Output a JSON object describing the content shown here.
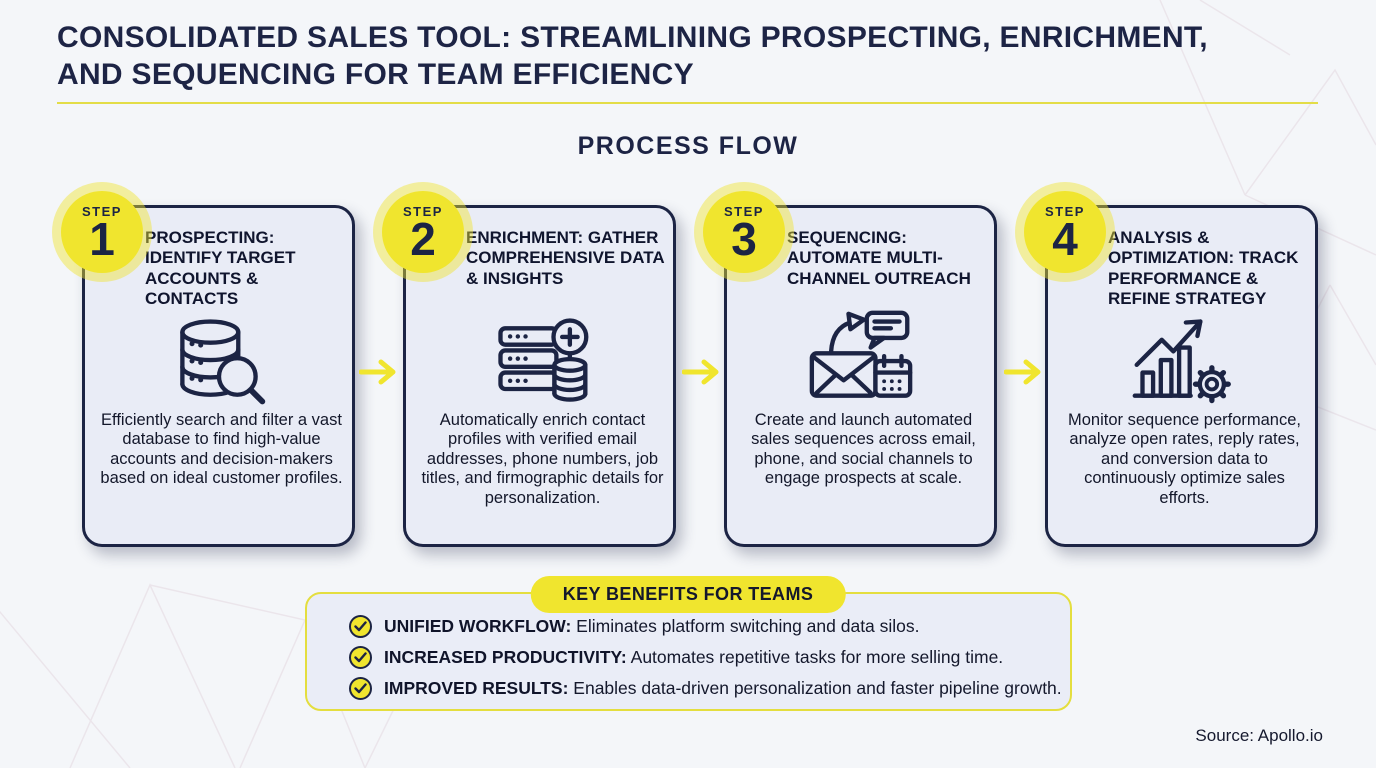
{
  "page": {
    "title": "CONSOLIDATED SALES TOOL: STREAMLINING PROSPECTING, ENRICHMENT, AND SEQUENCING FOR TEAM EFFICIENCY",
    "process_flow_heading": "PROCESS FLOW",
    "source": "Source: Apollo.io"
  },
  "colors": {
    "accent_yellow": "#f0e52e",
    "divider_yellow": "#e3dd48",
    "navy": "#1c2444",
    "card_background": "#e9ecf6",
    "page_background": "#f4f6f9"
  },
  "steps": [
    {
      "badge_label": "STEP",
      "number": "1",
      "title": "PROSPECTING: IDENTIFY TARGET ACCOUNTS & CONTACTS",
      "icon": "database-search-icon",
      "description": "Efficiently search and filter a vast database to find high-value accounts and decision-makers based on ideal customer profiles."
    },
    {
      "badge_label": "STEP",
      "number": "2",
      "title": "ENRICHMENT: GATHER COMPREHENSIVE DATA & INSIGHTS",
      "icon": "data-enrichment-icon",
      "description": "Automatically enrich contact profiles with verified email addresses, phone numbers, job titles, and firmographic details for personalization."
    },
    {
      "badge_label": "STEP",
      "number": "3",
      "title": "SEQUENCING: AUTOMATE MULTI-CHANNEL OUTREACH",
      "icon": "outreach-sequence-icon",
      "description": "Create and launch automated sales sequences across email, phone, and social channels to engage prospects at scale."
    },
    {
      "badge_label": "STEP",
      "number": "4",
      "title": "ANALYSIS & OPTIMIZATION: TRACK PERFORMANCE & REFINE STRATEGY",
      "icon": "analytics-gear-icon",
      "description": "Monitor sequence performance, analyze open rates, reply rates, and conversion data to continuously optimize sales efforts."
    }
  ],
  "benefits": {
    "heading": "KEY BENEFITS FOR TEAMS",
    "items": [
      {
        "label": "UNIFIED WORKFLOW:",
        "text": "Eliminates platform switching and data silos."
      },
      {
        "label": "INCREASED PRODUCTIVITY:",
        "text": "Automates repetitive tasks for more selling time."
      },
      {
        "label": "IMPROVED RESULTS:",
        "text": "Enables data-driven personalization and faster pipeline growth."
      }
    ]
  }
}
